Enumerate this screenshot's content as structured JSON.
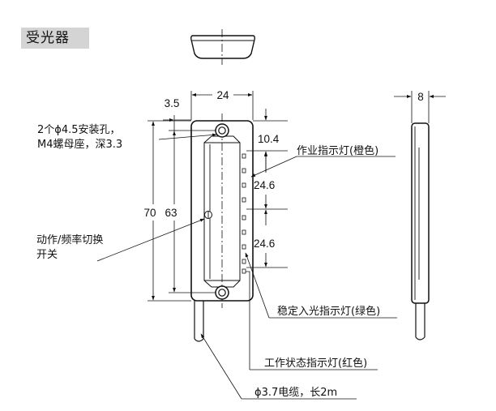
{
  "title": "受光器",
  "dimensions": {
    "top_offset": "3.5",
    "width": "24",
    "side_width": "8",
    "mount_hole_pitch": "10.4",
    "indicator_pitch_1": "24.6",
    "indicator_pitch_2": "24.6",
    "total_height": "70",
    "hole_pitch": "63"
  },
  "labels": {
    "mount_hole_line1": "2个ϕ4.5安装孔，",
    "mount_hole_line2": "M4螺母座，深3.3",
    "operation_indicator": "作业指示灯(橙色)",
    "mode_switch_line1": "动作/频率切换",
    "mode_switch_line2": "开关",
    "stable_indicator": "稳定入光指示灯(绿色)",
    "status_indicator": "工作状态指示灯(红色)",
    "cable": "ϕ3.7电缆，长2m"
  }
}
